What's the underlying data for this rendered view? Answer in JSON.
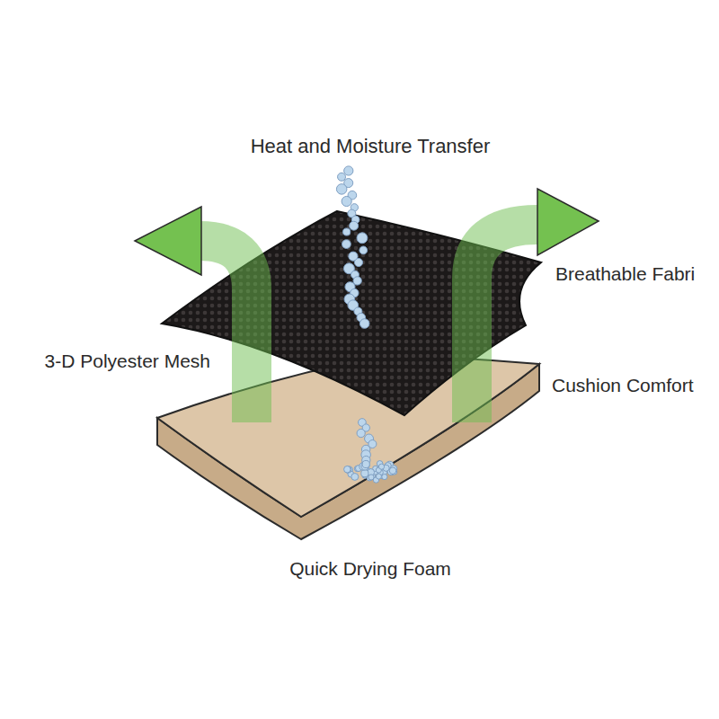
{
  "diagram": {
    "labels": [
      "Heat and Moisture Transfer",
      "Breathable Fabri",
      "3-D Polyester Mesh",
      "Cushion Comfort",
      "Quick Drying Foam"
    ]
  }
}
